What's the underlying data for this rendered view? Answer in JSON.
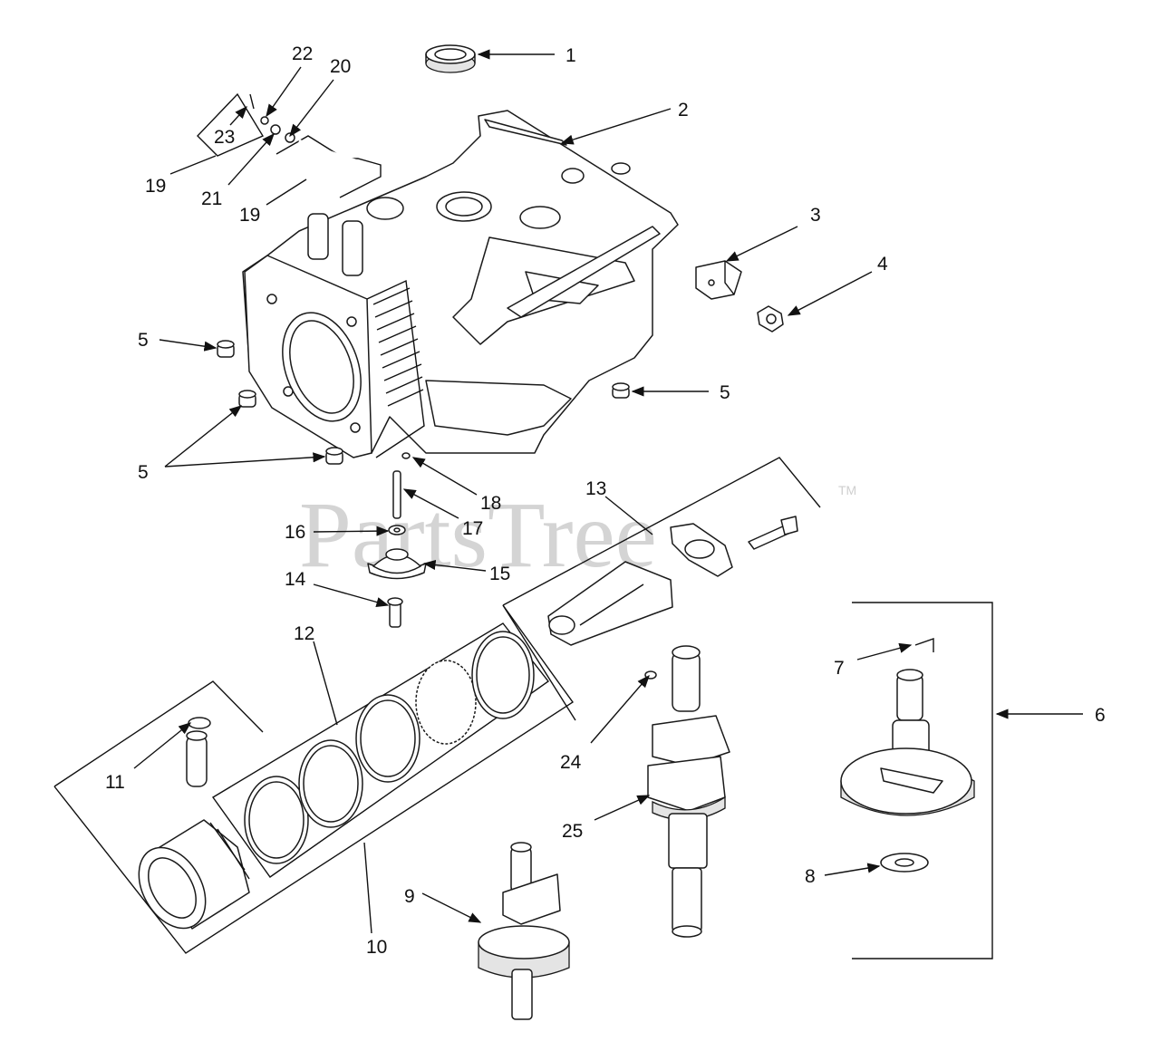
{
  "watermark": {
    "text": "PartsTree",
    "trademark": "TM"
  },
  "callouts": {
    "c1": "1",
    "c2": "2",
    "c3": "3",
    "c4": "4",
    "c5a": "5",
    "c5b": "5",
    "c5c": "5",
    "c6": "6",
    "c7": "7",
    "c8": "8",
    "c9": "9",
    "c10": "10",
    "c11": "11",
    "c12": "12",
    "c13": "13",
    "c14": "14",
    "c15": "15",
    "c16": "16",
    "c17": "17",
    "c18": "18",
    "c19a": "19",
    "c19b": "19",
    "c20": "20",
    "c21": "21",
    "c22": "22",
    "c23": "23",
    "c24": "24",
    "c25": "25"
  }
}
